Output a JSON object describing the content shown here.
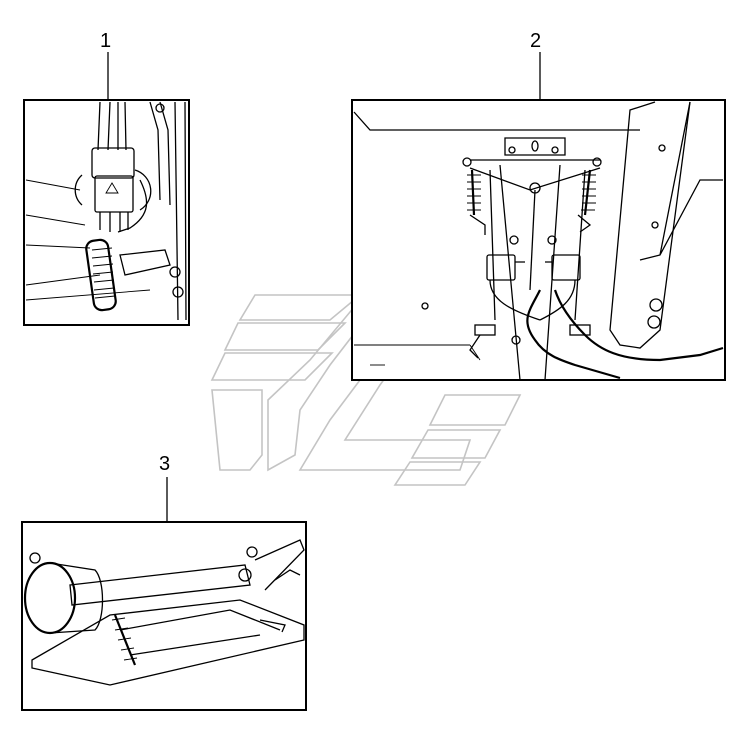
{
  "callouts": [
    {
      "id": "1",
      "label": "1"
    },
    {
      "id": "2",
      "label": "2"
    },
    {
      "id": "3",
      "label": "3"
    }
  ],
  "colors": {
    "line": "#000000",
    "watermark": "#c4c4c4",
    "background": "#ffffff"
  }
}
